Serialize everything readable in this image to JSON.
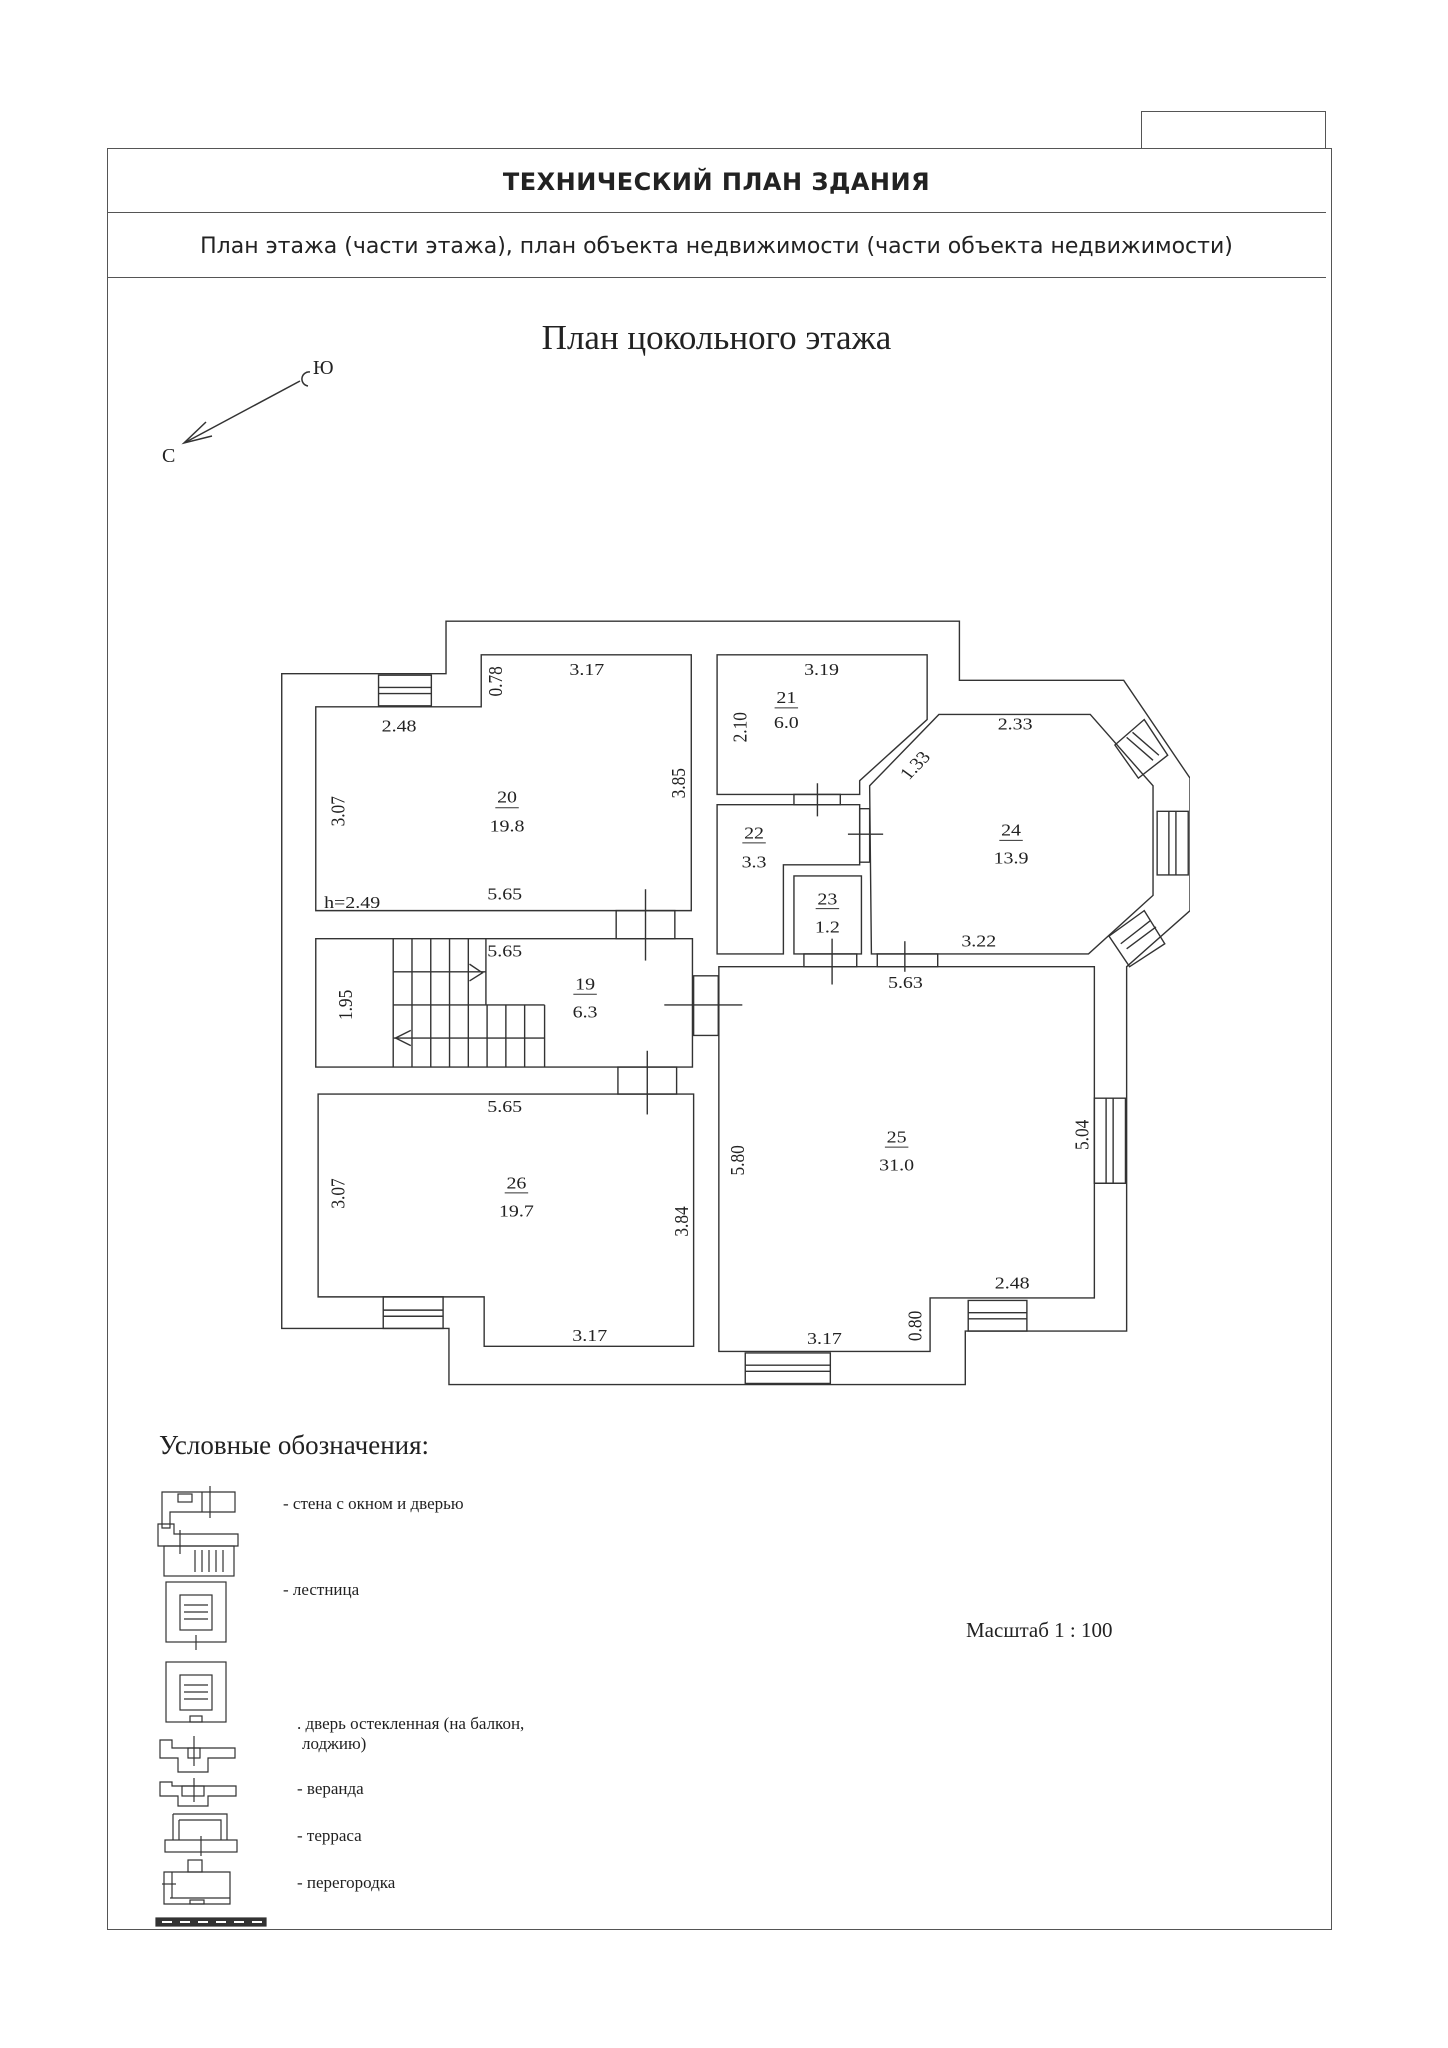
{
  "header": {
    "title": "ТЕХНИЧЕСКИЙ ПЛАН ЗДАНИЯ",
    "subtitle": "План этажа (части этажа), план объекта недвижимости (части объекта недвижимости)"
  },
  "plan": {
    "title": "План цокольного этажа",
    "compass": {
      "north": "С",
      "south": "Ю"
    },
    "height_note": "h=2.49",
    "rooms": [
      {
        "number": "19",
        "area": "6.3"
      },
      {
        "number": "20",
        "area": "19.8"
      },
      {
        "number": "21",
        "area": "6.0"
      },
      {
        "number": "22",
        "area": "3.3"
      },
      {
        "number": "23",
        "area": "1.2"
      },
      {
        "number": "24",
        "area": "13.9"
      },
      {
        "number": "25",
        "area": "31.0"
      },
      {
        "number": "26",
        "area": "19.7"
      }
    ],
    "dimensions": {
      "r20_top": "3.17",
      "r20_notch": "0.78",
      "r20_win": "2.48",
      "r20_left": "3.07",
      "r20_right": "3.85",
      "r20_bottom": "5.65",
      "r21_top": "3.19",
      "r21_left": "2.10",
      "r24_top": "2.33",
      "r24_diag": "1.33",
      "r24_bottom": "3.22",
      "r19_top": "5.65",
      "r19_left": "1.95",
      "r26_top": "5.65",
      "r26_left": "3.07",
      "r26_right": "3.84",
      "r26_bottom": "3.17",
      "r25_top": "5.63",
      "r25_left": "5.80",
      "r25_right": "5.04",
      "r25_win": "2.48",
      "r25_notch": "0.80",
      "r25_bottom": "3.17"
    }
  },
  "legend": {
    "heading": "Условные обозначения:",
    "items": [
      "- стена с окном и дверью",
      "- лестница",
      ". дверь остекленная (на балкон,",
      "лоджию)",
      "- веранда",
      "- терраса",
      "- перегородка"
    ]
  },
  "scale": "Масштаб 1 : 100"
}
